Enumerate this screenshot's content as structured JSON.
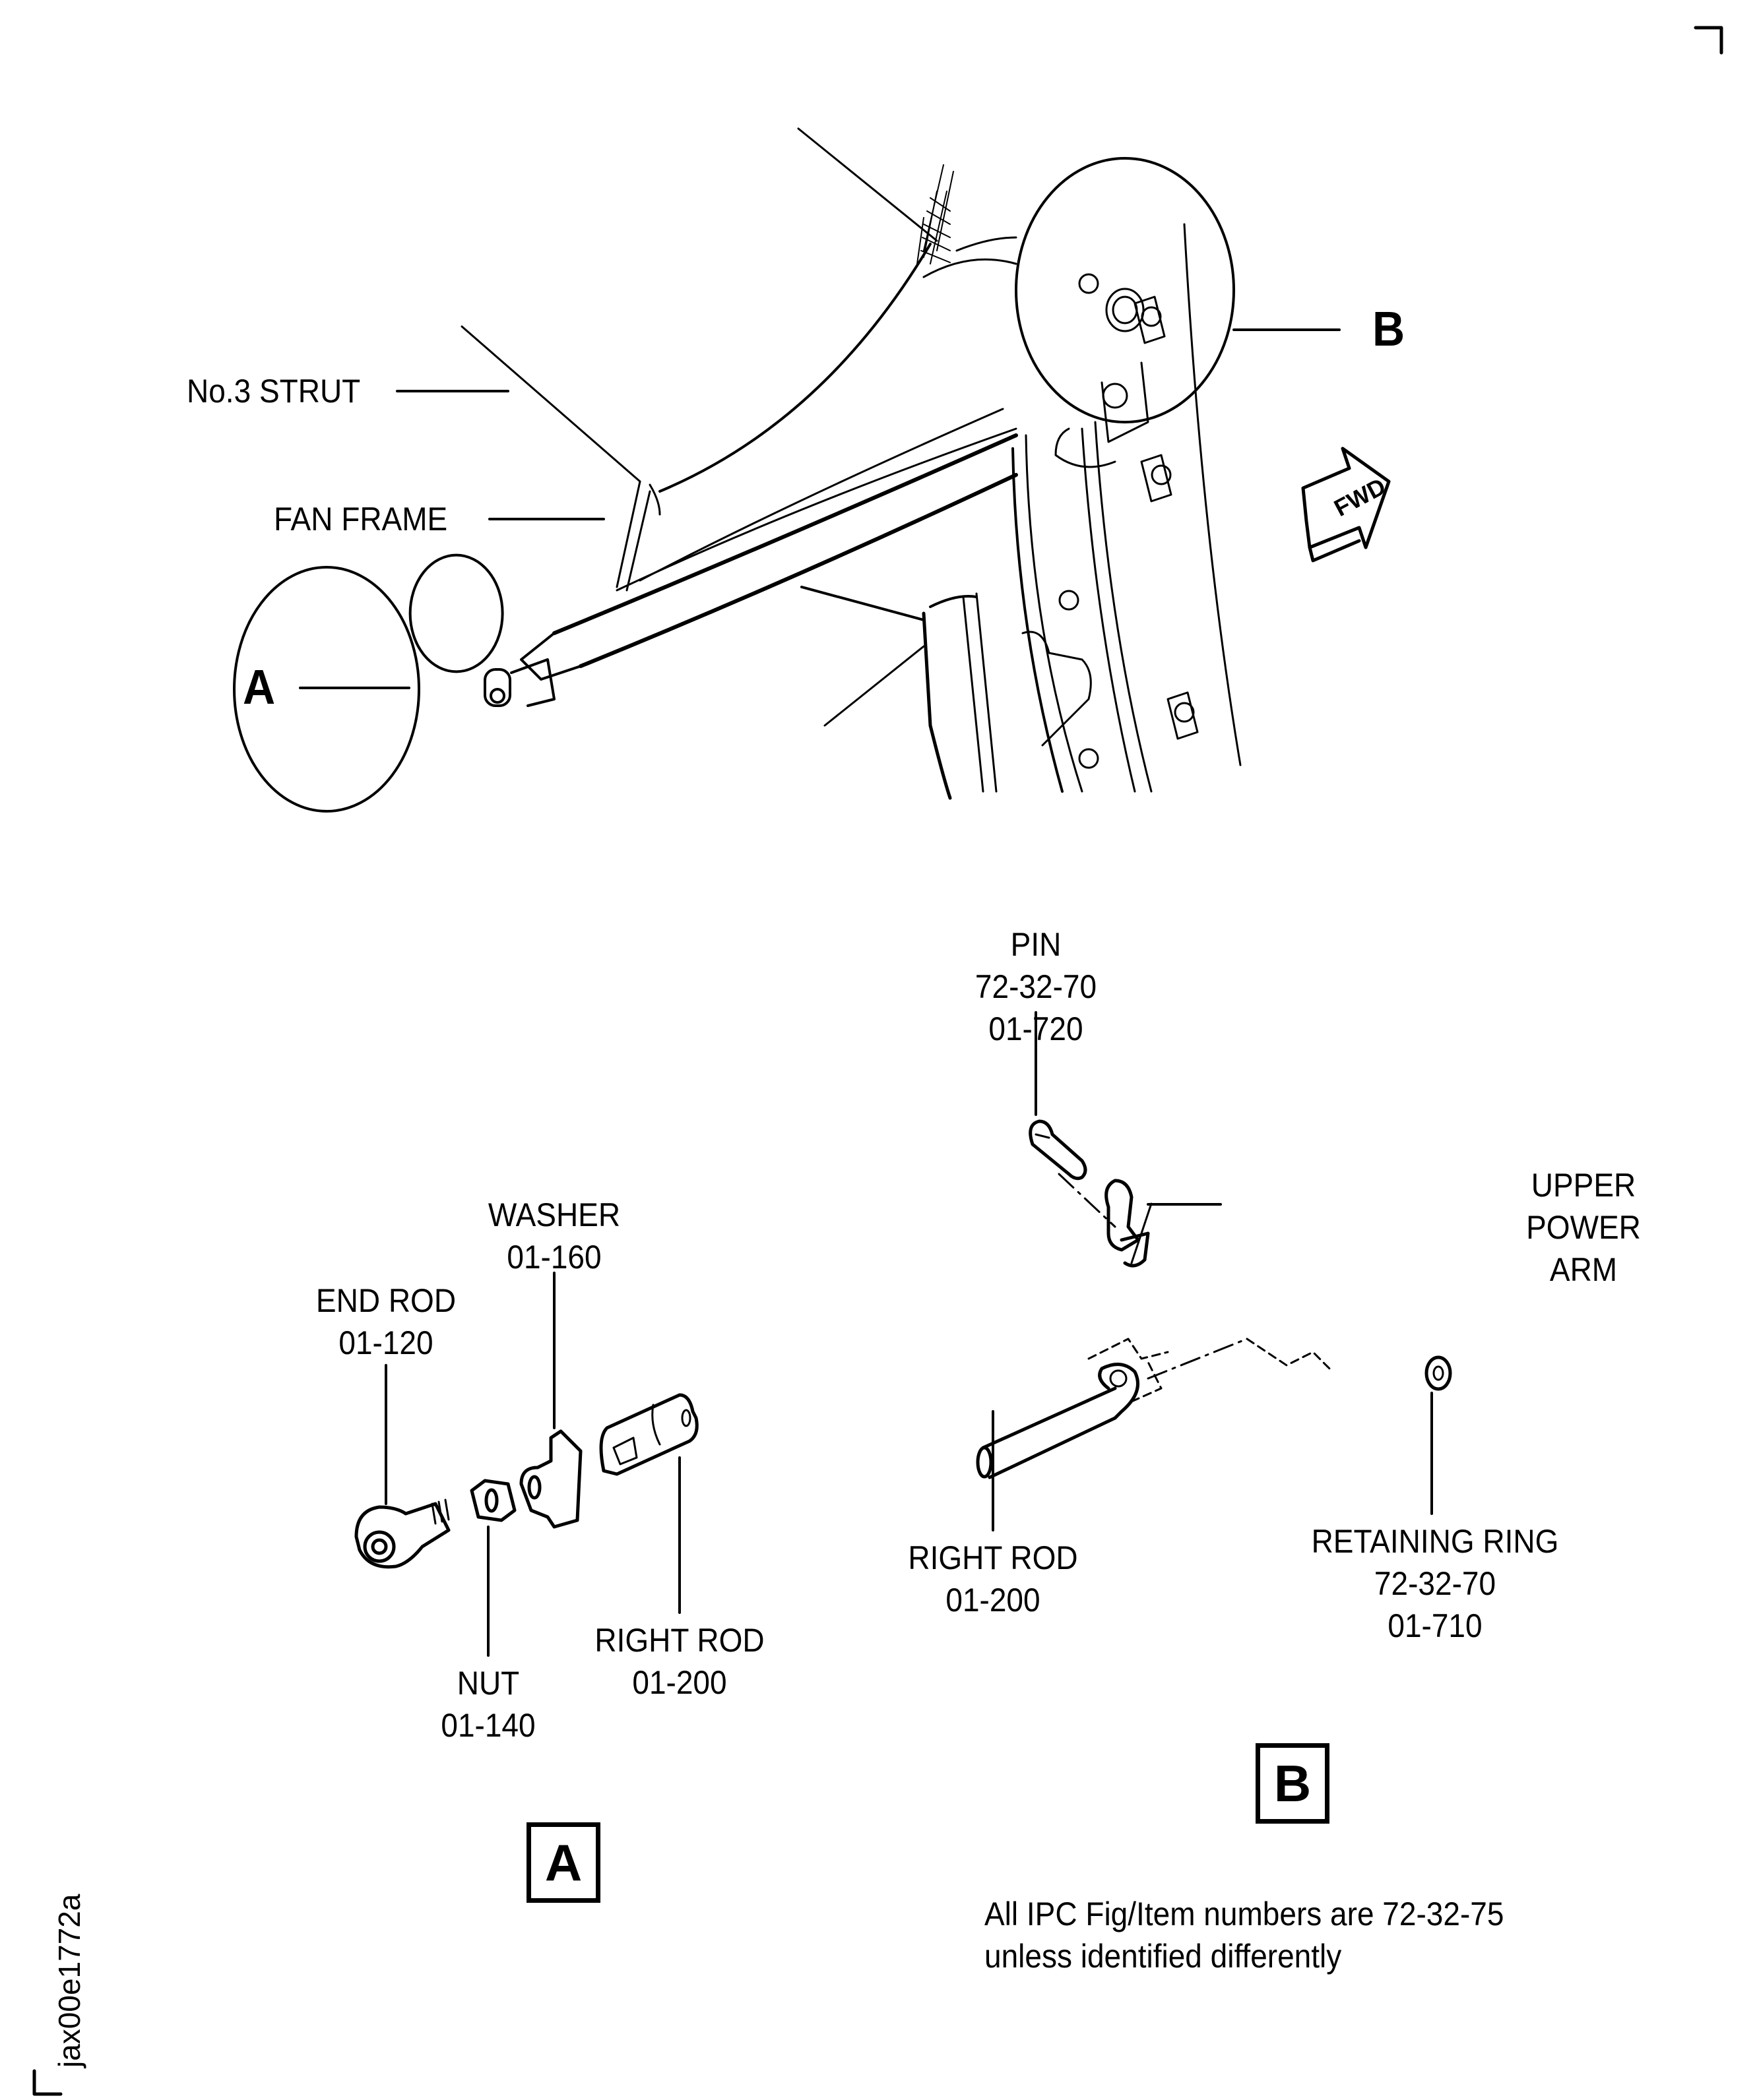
{
  "overview": {
    "callouts": {
      "strut": "No.3 STRUT",
      "fan_frame": "FAN FRAME",
      "detail_a": "A",
      "detail_b": "B",
      "fwd": "FWD"
    }
  },
  "detail_a": {
    "title": "A",
    "parts": [
      {
        "name": "END ROD",
        "item": "01-120"
      },
      {
        "name": "WASHER",
        "item": "01-160"
      },
      {
        "name": "NUT",
        "item": "01-140"
      },
      {
        "name": "RIGHT ROD",
        "item": "01-200"
      }
    ]
  },
  "detail_b": {
    "title": "B",
    "parts": [
      {
        "name": "PIN",
        "fig": "72-32-70",
        "item": "01-720"
      },
      {
        "name_lines": [
          "UPPER",
          "POWER",
          "ARM"
        ]
      },
      {
        "name": "RIGHT ROD",
        "item": "01-200"
      },
      {
        "name": "RETAINING RING",
        "fig": "72-32-70",
        "item": "01-710"
      }
    ]
  },
  "note": {
    "line1": "All IPC Fig/Item numbers are 72-32-75",
    "line2": "unless identified differently"
  },
  "figure_id": "jax00e1772a"
}
